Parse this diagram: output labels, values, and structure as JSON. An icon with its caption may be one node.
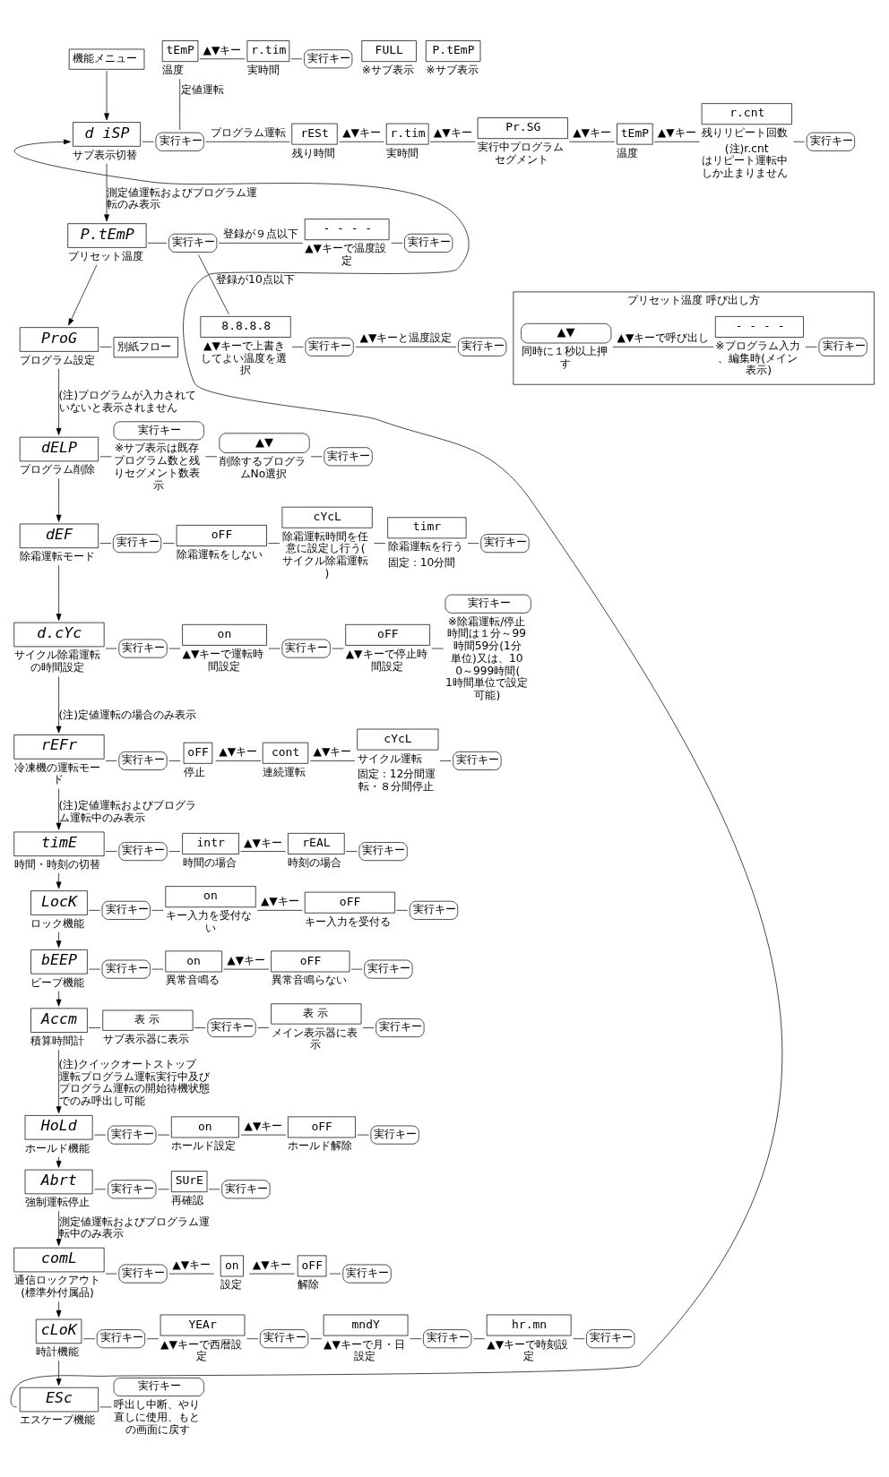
{
  "diagram": {
    "nodes": [
      {
        "text": [
          "機能メニュー"
        ]
      },
      {
        "text": [
          "d iSP"
        ],
        "beside": [
          "サブ表示切替"
        ]
      },
      {
        "text": [
          "実行キー"
        ]
      },
      {
        "text": [
          "tEmP"
        ],
        "beside": [
          "温度"
        ]
      },
      {
        "text": [
          "r.tim"
        ],
        "beside": [
          "実時間"
        ]
      },
      {
        "text": [
          "実行キー"
        ]
      },
      {
        "text": [
          "rESt"
        ],
        "beside": [
          "残り時間"
        ]
      },
      {
        "text": [
          "r.tim"
        ],
        "beside": [
          "実時間"
        ]
      },
      {
        "text": [
          "Pr.SG"
        ],
        "beside": [
          "実行中プログラムセグメント"
        ]
      },
      {
        "text": [
          "tEmP"
        ],
        "beside": [
          "温度"
        ]
      },
      {
        "text": [
          "r.cnt"
        ],
        "beside": [
          "残りリピート回数",
          "(注)r.cntはリピート運転中しか止まりません"
        ]
      },
      {
        "text": [
          "実行キー"
        ]
      },
      {
        "text": [
          "P.tEmP"
        ],
        "beside": [
          "プリセット温度"
        ]
      },
      {
        "text": [
          "実行キー"
        ]
      },
      {
        "text": [
          "- - - -"
        ],
        "beside": [
          "▲▼キーで温度設定"
        ]
      },
      {
        "text": [
          "実行キー"
        ]
      },
      {
        "text": [
          "8.8.8.8"
        ],
        "beside": [
          "▲▼キーで上書きしてよい温度を選択"
        ]
      },
      {
        "text": [
          "実行キー"
        ]
      },
      {
        "text": [
          "実行キー"
        ]
      },
      {
        "text": [
          "FULL"
        ],
        "beside": [
          "※サブ表示"
        ]
      },
      {
        "text": [
          "P.tEmP"
        ],
        "beside": [
          "※サブ表示"
        ]
      },
      {
        "text": [
          "ProG"
        ],
        "beside": [
          "プログラム設定"
        ]
      },
      {
        "text": [
          "別紙フロー"
        ]
      },
      {
        "text": [
          "dELP"
        ],
        "beside": [
          "プログラム削除"
        ]
      },
      {
        "text": [
          "実行キー"
        ],
        "beside": [
          "※サブ表示は既存プログラム数と残りセグメント数表示"
        ]
      },
      {
        "text": [
          "▲▼"
        ],
        "beside": [
          "削除するプログラムNo選択"
        ]
      },
      {
        "text": [
          "実行キー"
        ]
      },
      {
        "text": [
          "プリセット温度 呼び出し方"
        ]
      },
      {
        "text": [
          "▲▼"
        ],
        "beside": [
          "同時に１秒以上押す"
        ],
        "in": 27
      },
      {
        "text": [
          "- - - -"
        ],
        "beside": [
          "※プログラム入力、編集時(メイン表示)"
        ],
        "in": 27
      },
      {
        "text": [
          "実行キー"
        ],
        "in": 27
      },
      {
        "text": [
          "dEF"
        ],
        "beside": [
          "除霜運転モード"
        ]
      },
      {
        "text": [
          "実行キー"
        ]
      },
      {
        "text": [
          "oFF"
        ],
        "beside": [
          "除霜運転をしない"
        ]
      },
      {
        "text": [
          "cYcL"
        ],
        "beside": [
          "除霜運転時間を任意に設定し行う(サイクル除霜運転)"
        ]
      },
      {
        "text": [
          "timr"
        ],
        "beside": [
          "除霜運転を行う",
          "固定：10分間"
        ]
      },
      {
        "text": [
          "実行キー"
        ]
      },
      {
        "text": [
          "d.cYc"
        ],
        "beside": [
          "サイクル除霜運転の時間設定"
        ]
      },
      {
        "text": [
          "実行キー"
        ]
      },
      {
        "text": [
          "on"
        ],
        "beside": [
          "▲▼キーで運転時間設定"
        ]
      },
      {
        "text": [
          "実行キー"
        ]
      },
      {
        "text": [
          "oFF"
        ],
        "beside": [
          "▲▼キーで停止時間設定"
        ]
      },
      {
        "text": [
          "実行キー"
        ],
        "beside": [
          "※除霜運転/停止時間は１分～99時間59分(1分単位)又は、100～999時間(1時間単位で設定可能)"
        ]
      },
      {
        "text": [
          "rEFr"
        ],
        "beside": [
          "冷凍機の運転モード"
        ]
      },
      {
        "text": [
          "実行キー"
        ]
      },
      {
        "text": [
          "oFF"
        ],
        "beside": [
          "停止"
        ]
      },
      {
        "text": [
          "cont"
        ],
        "beside": [
          "連続運転"
        ]
      },
      {
        "text": [
          "cYcL"
        ],
        "beside": [
          "サイクル運転",
          "固定：12分間運転・８分間停止"
        ]
      },
      {
        "text": [
          "実行キー"
        ]
      },
      {
        "text": [
          "timE"
        ],
        "beside": [
          "時間・時刻の切替"
        ]
      },
      {
        "text": [
          "実行キー"
        ]
      },
      {
        "text": [
          "intr"
        ],
        "beside": [
          "時間の場合"
        ]
      },
      {
        "text": [
          "rEAL"
        ],
        "beside": [
          "時刻の場合"
        ]
      },
      {
        "text": [
          "実行キー"
        ]
      },
      {
        "text": [
          "LocK"
        ],
        "beside": [
          "ロック機能"
        ]
      },
      {
        "text": [
          "実行キー"
        ]
      },
      {
        "text": [
          "on"
        ],
        "beside": [
          "キー入力を受付ない"
        ]
      },
      {
        "text": [
          "oFF"
        ],
        "beside": [
          "キー入力を受付る"
        ]
      },
      {
        "text": [
          "実行キー"
        ]
      },
      {
        "text": [
          "bEEP"
        ],
        "beside": [
          "ビープ機能"
        ]
      },
      {
        "text": [
          "実行キー"
        ]
      },
      {
        "text": [
          "on"
        ],
        "beside": [
          "異常音鳴る"
        ]
      },
      {
        "text": [
          "oFF"
        ],
        "beside": [
          "異常音鳴らない"
        ]
      },
      {
        "text": [
          "実行キー"
        ]
      },
      {
        "text": [
          "Accm"
        ],
        "beside": [
          "積算時間計"
        ]
      },
      {
        "text": [
          "表 示"
        ],
        "beside": [
          "サブ表示器に表示"
        ]
      },
      {
        "text": [
          "実行キー"
        ]
      },
      {
        "text": [
          "表 示"
        ],
        "beside": [
          "メイン表示器に表示"
        ]
      },
      {
        "text": [
          "実行キー"
        ]
      },
      {
        "text": [
          "HoLd"
        ],
        "beside": [
          "ホールド機能"
        ]
      },
      {
        "text": [
          "実行キー"
        ]
      },
      {
        "text": [
          "on"
        ],
        "beside": [
          "ホールド設定"
        ]
      },
      {
        "text": [
          "oFF"
        ],
        "beside": [
          "ホールド解除"
        ]
      },
      {
        "text": [
          "実行キー"
        ]
      },
      {
        "text": [
          "Abrt"
        ],
        "beside": [
          "強制運転停止"
        ]
      },
      {
        "text": [
          "実行キー"
        ]
      },
      {
        "text": [
          "SUrE"
        ],
        "beside": [
          "再確認"
        ]
      },
      {
        "text": [
          "実行キー"
        ]
      },
      {
        "text": [
          "comL"
        ],
        "beside": [
          "通信ロックアウト(標準外付属品)"
        ]
      },
      {
        "text": [
          "実行キー"
        ]
      },
      {
        "text": [
          "on"
        ],
        "beside": [
          "設定"
        ]
      },
      {
        "text": [
          "oFF"
        ],
        "beside": [
          "解除"
        ]
      },
      {
        "text": [
          "実行キー"
        ]
      },
      {
        "text": [
          "cLoK"
        ],
        "beside": [
          "時計機能"
        ]
      },
      {
        "text": [
          "実行キー"
        ]
      },
      {
        "text": [
          "YEAr"
        ],
        "beside": [
          "▲▼キーで西暦設定"
        ]
      },
      {
        "text": [
          "実行キー"
        ]
      },
      {
        "text": [
          "mndY"
        ],
        "beside": [
          "▲▼キーで月・日設定"
        ]
      },
      {
        "text": [
          "実行キー"
        ]
      },
      {
        "text": [
          "hr.mn"
        ],
        "beside": [
          "▲▼キーで時刻設定"
        ]
      },
      {
        "text": [
          "実行キー"
        ]
      },
      {
        "text": [
          "ESc"
        ],
        "beside": [
          "エスケープ機能"
        ]
      },
      {
        "text": [
          "実行キー"
        ],
        "beside": [
          "呼出し中断、やり直しに使用、もとの画面に戻す"
        ]
      }
    ],
    "edges": [
      {
        "from": 0,
        "to": 1,
        "arrow": "to"
      },
      {
        "from": 1,
        "to": 2,
        "arrow": "none"
      },
      {
        "from": 2,
        "to": 3,
        "arrow": "none",
        "label": "定値運転"
      },
      {
        "from": 3,
        "to": 4,
        "arrow": "none",
        "label": "▲▼キー"
      },
      {
        "from": 4,
        "to": 5,
        "arrow": "none"
      },
      {
        "from": 2,
        "to": 6,
        "arrow": "none",
        "label": "プログラム運転"
      },
      {
        "from": 6,
        "to": 7,
        "arrow": "none",
        "label": "▲▼キー"
      },
      {
        "from": 7,
        "to": 8,
        "arrow": "none",
        "label": "▲▼キー"
      },
      {
        "from": 8,
        "to": 9,
        "arrow": "none",
        "label": "▲▼キー"
      },
      {
        "from": 9,
        "to": 10,
        "arrow": "none",
        "label": "▲▼キー"
      },
      {
        "from": 10,
        "to": 11,
        "arrow": "none"
      },
      {
        "from": 1,
        "to": 12,
        "arrow": "to",
        "label": "測定値運転およびプログラム運転のみ表示"
      },
      {
        "from": 12,
        "to": 13,
        "arrow": "none"
      },
      {
        "from": 13,
        "to": 14,
        "arrow": "none",
        "label": "登録が９点以下"
      },
      {
        "from": 14,
        "to": 15,
        "arrow": "none"
      },
      {
        "from": 13,
        "to": 16,
        "arrow": "none",
        "label": "登録が10点以下"
      },
      {
        "from": 16,
        "to": 17,
        "arrow": "none"
      },
      {
        "from": 17,
        "to": 18,
        "arrow": "none",
        "label": "▲▼キーと温度設定"
      },
      {
        "from": 12,
        "to": 21,
        "arrow": "to"
      },
      {
        "from": 21,
        "to": 22,
        "arrow": "none"
      },
      {
        "from": 21,
        "to": 23,
        "arrow": "to",
        "label": "(注)プログラムが入力されていないと表示されません"
      },
      {
        "from": 23,
        "to": 24,
        "arrow": "none"
      },
      {
        "from": 24,
        "to": 25,
        "arrow": "none"
      },
      {
        "from": 25,
        "to": 26,
        "arrow": "none"
      },
      {
        "from": 28,
        "to": 29,
        "arrow": "none",
        "label": "▲▼キーで呼び出し"
      },
      {
        "from": 29,
        "to": 30,
        "arrow": "none"
      },
      {
        "from": 23,
        "to": 31,
        "arrow": "to"
      },
      {
        "from": 31,
        "to": 32,
        "arrow": "none"
      },
      {
        "from": 32,
        "to": 33,
        "arrow": "none"
      },
      {
        "from": 33,
        "to": 34,
        "arrow": "none"
      },
      {
        "from": 34,
        "to": 35,
        "arrow": "none"
      },
      {
        "from": 35,
        "to": 36,
        "arrow": "none"
      },
      {
        "from": 31,
        "to": 37,
        "arrow": "to"
      },
      {
        "from": 37,
        "to": 38,
        "arrow": "none"
      },
      {
        "from": 38,
        "to": 39,
        "arrow": "none"
      },
      {
        "from": 39,
        "to": 40,
        "arrow": "none"
      },
      {
        "from": 40,
        "to": 41,
        "arrow": "none"
      },
      {
        "from": 41,
        "to": 42,
        "arrow": "none"
      },
      {
        "from": 37,
        "to": 43,
        "arrow": "to",
        "label": "(注)定値運転の場合のみ表示"
      },
      {
        "from": 43,
        "to": 44,
        "arrow": "none"
      },
      {
        "from": 44,
        "to": 45,
        "arrow": "none"
      },
      {
        "from": 45,
        "to": 46,
        "arrow": "none",
        "label": "▲▼キー"
      },
      {
        "from": 46,
        "to": 47,
        "arrow": "none",
        "label": "▲▼キー"
      },
      {
        "from": 47,
        "to": 48,
        "arrow": "none"
      },
      {
        "from": 43,
        "to": 49,
        "arrow": "to",
        "label": "(注)定値運転およびプログラム運転中のみ表示"
      },
      {
        "from": 49,
        "to": 50,
        "arrow": "none"
      },
      {
        "from": 50,
        "to": 51,
        "arrow": "none"
      },
      {
        "from": 51,
        "to": 52,
        "arrow": "none",
        "label": "▲▼キー"
      },
      {
        "from": 52,
        "to": 53,
        "arrow": "none"
      },
      {
        "from": 49,
        "to": 54,
        "arrow": "to"
      },
      {
        "from": 54,
        "to": 55,
        "arrow": "none"
      },
      {
        "from": 55,
        "to": 56,
        "arrow": "none"
      },
      {
        "from": 56,
        "to": 57,
        "arrow": "none",
        "label": "▲▼キー"
      },
      {
        "from": 57,
        "to": 58,
        "arrow": "none"
      },
      {
        "from": 54,
        "to": 59,
        "arrow": "to"
      },
      {
        "from": 59,
        "to": 60,
        "arrow": "none"
      },
      {
        "from": 60,
        "to": 61,
        "arrow": "none"
      },
      {
        "from": 61,
        "to": 62,
        "arrow": "none",
        "label": "▲▼キー"
      },
      {
        "from": 62,
        "to": 63,
        "arrow": "none"
      },
      {
        "from": 59,
        "to": 64,
        "arrow": "to"
      },
      {
        "from": 64,
        "to": 65,
        "arrow": "none"
      },
      {
        "from": 65,
        "to": 66,
        "arrow": "none"
      },
      {
        "from": 66,
        "to": 67,
        "arrow": "none"
      },
      {
        "from": 67,
        "to": 68,
        "arrow": "none"
      },
      {
        "from": 64,
        "to": 69,
        "arrow": "to",
        "label": "(注)クイックオートストップ運転プログラム運転実行中及びプログラム運転の開始待機状態でのみ呼出し可能"
      },
      {
        "from": 69,
        "to": 70,
        "arrow": "none"
      },
      {
        "from": 70,
        "to": 71,
        "arrow": "none"
      },
      {
        "from": 71,
        "to": 72,
        "arrow": "none",
        "label": "▲▼キー"
      },
      {
        "from": 72,
        "to": 73,
        "arrow": "none"
      },
      {
        "from": 69,
        "to": 74,
        "arrow": "to"
      },
      {
        "from": 74,
        "to": 75,
        "arrow": "none"
      },
      {
        "from": 75,
        "to": 76,
        "arrow": "none"
      },
      {
        "from": 76,
        "to": 77,
        "arrow": "none"
      },
      {
        "from": 74,
        "to": 78,
        "arrow": "to",
        "label": "測定値運転およびプログラム運転中のみ表示"
      },
      {
        "from": 78,
        "to": 79,
        "arrow": "none"
      },
      {
        "from": 79,
        "to": 80,
        "arrow": "none",
        "label": "▲▼キー"
      },
      {
        "from": 80,
        "to": 81,
        "arrow": "none",
        "label": "▲▼キー"
      },
      {
        "from": 81,
        "to": 82,
        "arrow": "none"
      },
      {
        "from": 78,
        "to": 83,
        "arrow": "to"
      },
      {
        "from": 83,
        "to": 84,
        "arrow": "none"
      },
      {
        "from": 84,
        "to": 85,
        "arrow": "none"
      },
      {
        "from": 85,
        "to": 86,
        "arrow": "none"
      },
      {
        "from": 86,
        "to": 87,
        "arrow": "none"
      },
      {
        "from": 87,
        "to": 88,
        "arrow": "none"
      },
      {
        "from": 88,
        "to": 89,
        "arrow": "none"
      },
      {
        "from": 89,
        "to": 90,
        "arrow": "none"
      },
      {
        "from": 83,
        "to": 91,
        "arrow": "to"
      },
      {
        "from": 91,
        "to": 92,
        "arrow": "none"
      },
      {
        "from": 91,
        "to": 1,
        "arrow": "to"
      }
    ]
  }
}
